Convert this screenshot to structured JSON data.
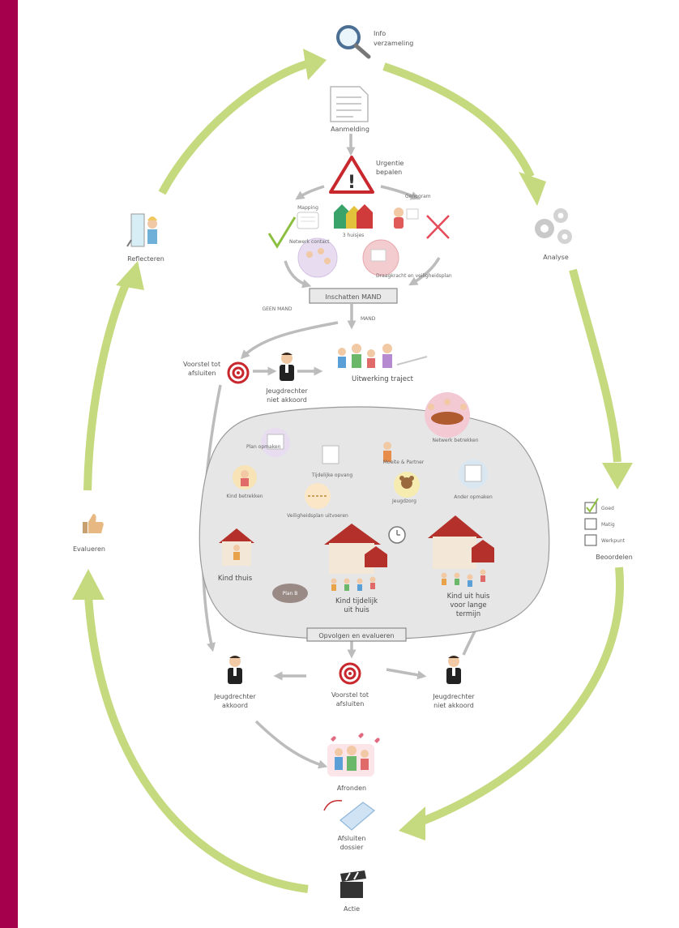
{
  "colors": {
    "background_frame": "#a4004c",
    "cycle_arrow": "#c5d97f",
    "inner_arrow": "#c0c0c0",
    "ellipse_fill": "#e6e6e6",
    "roof": "#b4302a",
    "target_red": "#c8282d",
    "check_green": "#8cbf3f",
    "cross_red": "#e6495a"
  },
  "cycle": {
    "info": "Info verzameling",
    "analyse": "Analyse",
    "beoordelen": "Beoordelen",
    "actie": "Actie",
    "evalueren": "Evalueren",
    "reflecteren": "Reflecteren"
  },
  "icons": {
    "info": "magnifier-icon",
    "analyse": "gears-icon",
    "beoordelen": "checklist-icon",
    "actie": "clapperboard-icon",
    "evalueren": "thumbs-up-icon",
    "reflecteren": "mirror-icon"
  },
  "flow": {
    "aanmelding": "Aanmelding",
    "urgentie": "Urgentie bepalen",
    "mapping": "Mapping",
    "drie_huisjes": "3 huisjes",
    "genogram": "Genogram",
    "netwerk_contact": "Netwerk contact",
    "draagkracht": "Draagkracht en veiligheidsplan",
    "inschatten": "Inschatten MAND",
    "geen_mand": "GEEN MAND",
    "mand": "MAND",
    "voorstel_top": "Voorstel tot afsluiten",
    "jr_niet_top": "Jeugdrechter niet akkoord",
    "uitwerking": "Uitwerking traject",
    "plan_opmaken": "Plan opmaken",
    "tijdelijke_opvang": "Tijdelijke opvang",
    "moeite_partner": "Moeite & Partner",
    "netwerk_betrekken": "Netwerk betrekken",
    "kind_betrekken": "Kind betrekken",
    "veiligheid": "Veiligheidsplan uitvoeren",
    "jeugdzorg": "Jeugdzorg",
    "ander_opmaken": "Ander opmaken",
    "kind_thuis": "Kind thuis",
    "plan_b": "Plan B",
    "kind_tijdelijk": "Kind tijdelijk uit huis",
    "kind_lange": "Kind uit huis voor lange termijn",
    "opvolgen": "Opvolgen en evalueren",
    "jr_akkoord": "Jeugdrechter akkoord",
    "voorstel_bottom": "Voorstel tot afsluiten",
    "jr_niet_bottom": "Jeugdrechter niet akkoord",
    "afronden": "Afronden",
    "afsluiten": "Afsluiten dossier"
  },
  "checklist": [
    "Goed",
    "Matig",
    "Werkpunt"
  ]
}
